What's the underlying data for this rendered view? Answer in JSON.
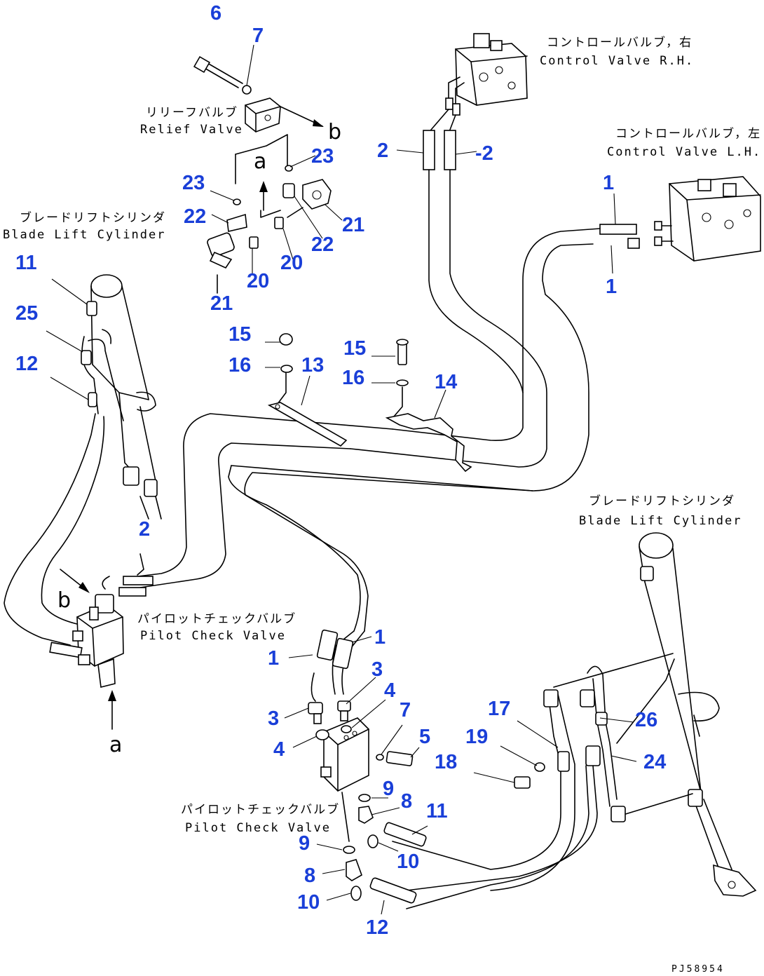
{
  "labels": {
    "cv_rh_jp": "コントロールバルブ，右",
    "cv_rh_en": "Control Valve R.H.",
    "cv_lh_jp": "コントロールバルブ，左",
    "cv_lh_en": "Control Valve L.H.",
    "relief_jp": "リリーフバルブ",
    "relief_en": "Relief Valve",
    "blade_l_jp": "ブレードリフトシリンダ",
    "blade_l_en": "Blade Lift Cylinder",
    "blade_r_jp": "ブレードリフトシリンダ",
    "blade_r_en": "Blade Lift Cylinder",
    "pilot1_jp": "パイロットチェックバルブ",
    "pilot1_en": "Pilot Check Valve",
    "pilot2_jp": "パイロットチェックバルブ",
    "pilot2_en": "Pilot Check Valve"
  },
  "letters": {
    "a": "a",
    "b": "b"
  },
  "code": "PJ58954",
  "callouts": {
    "n1": "1",
    "n2": "2",
    "n2b": "-2",
    "n3": "3",
    "n4": "4",
    "n5": "5",
    "n6": "6",
    "n7": "7",
    "n8": "8",
    "n9": "9",
    "n10": "10",
    "n11": "11",
    "n12": "12",
    "n13": "13",
    "n14": "14",
    "n15": "15",
    "n16": "16",
    "n17": "17",
    "n18": "18",
    "n19": "19",
    "n20": "20",
    "n21": "21",
    "n22": "22",
    "n23": "23",
    "n24": "24",
    "n25": "25",
    "n26": "26"
  }
}
